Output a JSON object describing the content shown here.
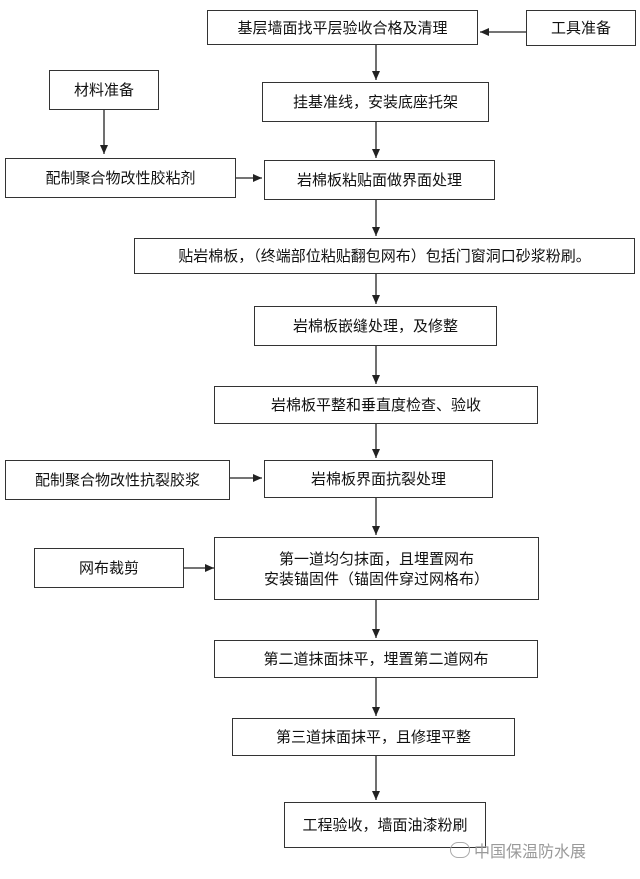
{
  "steps": {
    "s1": "基层墙面找平层验收合格及清理",
    "s2": "挂基准线，安装底座托架",
    "s3": "岩棉板粘贴面做界面处理",
    "s4": "贴岩棉板，（终端部位粘贴翻包网布）包括门窗洞口砂浆粉刷。",
    "s5": "岩棉板嵌缝处理，及修整",
    "s6": "岩棉板平整和垂直度检查、验收",
    "s7": "岩棉板界面抗裂处理",
    "s8_line1": "第一道均匀抹面，且埋置网布",
    "s8_line2": "安装锚固件（锚固件穿过网格布）",
    "s9": "第二道抹面抹平，埋置第二道网布",
    "s10": "第三道抹面抹平，且修理平整",
    "s11": "工程验收，墙面油漆粉刷"
  },
  "side_inputs": {
    "tools": "工具准备",
    "materials": "材料准备",
    "adhesive": "配制聚合物改性胶粘剂",
    "crack_mortar": "配制聚合物改性抗裂胶浆",
    "mesh_cut": "网布裁剪"
  },
  "watermark": "中国保温防水展"
}
